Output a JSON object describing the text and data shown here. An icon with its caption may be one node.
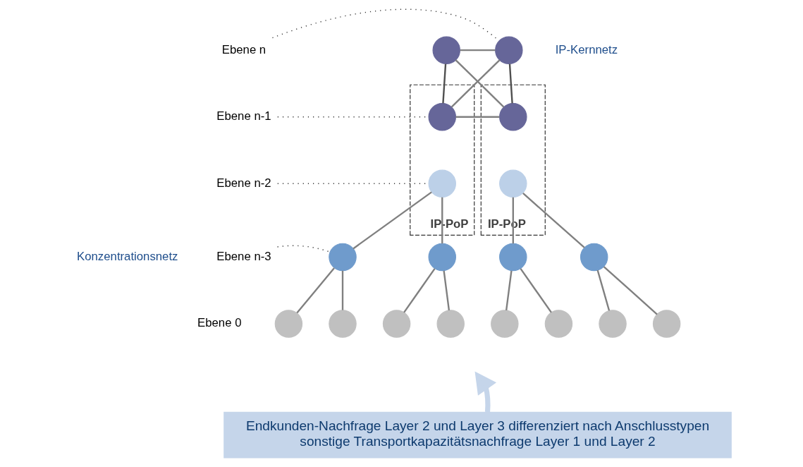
{
  "diagram": {
    "nodes": [
      {
        "text": [
          "Ebene n"
        ]
      },
      {
        "text": [],
        "shape": "circle"
      },
      {
        "text": [],
        "shape": "circle"
      },
      {
        "text": [
          "IP-PoP"
        ]
      },
      {
        "text": [],
        "shape": "circle",
        "in": 3
      },
      {
        "text": [],
        "shape": "circle",
        "in": 3
      },
      {
        "text": [
          "IP-PoP"
        ]
      },
      {
        "text": [],
        "shape": "circle",
        "in": 6
      },
      {
        "text": [],
        "shape": "circle",
        "in": 6
      },
      {
        "text": [
          "Ebene n-1"
        ]
      },
      {
        "text": [
          "Ebene n-2"
        ]
      },
      {
        "text": [
          "Ebene n-3"
        ]
      },
      {
        "text": [],
        "shape": "circle"
      },
      {
        "text": [],
        "shape": "circle"
      },
      {
        "text": [],
        "shape": "circle"
      },
      {
        "text": [],
        "shape": "circle"
      },
      {
        "text": [],
        "shape": "circle"
      },
      {
        "text": [],
        "shape": "circle"
      },
      {
        "text": [],
        "shape": "circle"
      },
      {
        "text": [],
        "shape": "circle"
      },
      {
        "text": [],
        "shape": "circle"
      },
      {
        "text": [],
        "shape": "circle"
      },
      {
        "text": [],
        "shape": "circle"
      },
      {
        "text": [],
        "shape": "circle"
      },
      {
        "text": [
          "Endkunden-Nachfrage Layer 2 und Layer 3 differenziert nach Anschlusstypen",
          "sonstige Transportkapazitätsnachfrage Layer 1 und Layer 2"
        ]
      }
    ],
    "edges": [
      {
        "from": 0,
        "to": 1,
        "arrow": "none",
        "style": "dashed",
        "color": "#333333"
      },
      {
        "from": 1,
        "to": 2,
        "arrow": "none"
      },
      {
        "from": 1,
        "to": 4,
        "arrow": "none"
      },
      {
        "from": 1,
        "to": 7,
        "arrow": "none",
        "color": "#505050"
      },
      {
        "from": 2,
        "to": 4,
        "arrow": "none",
        "color": "#505050"
      },
      {
        "from": 2,
        "to": 7,
        "arrow": "none"
      },
      {
        "from": 4,
        "to": 7,
        "arrow": "none"
      },
      {
        "from": 9,
        "to": 4,
        "arrow": "none",
        "style": "dashed",
        "color": "#333333"
      },
      {
        "from": 10,
        "to": 5,
        "arrow": "none",
        "style": "dashed",
        "color": "#333333"
      },
      {
        "from": 11,
        "to": 12,
        "arrow": "none",
        "style": "dashed",
        "color": "#333333"
      },
      {
        "from": 5,
        "to": 12,
        "arrow": "none"
      },
      {
        "from": 5,
        "to": 13,
        "arrow": "none"
      },
      {
        "from": 8,
        "to": 14,
        "arrow": "none"
      },
      {
        "from": 8,
        "to": 15,
        "arrow": "none"
      },
      {
        "from": 12,
        "to": 16,
        "arrow": "none"
      },
      {
        "from": 12,
        "to": 17,
        "arrow": "none"
      },
      {
        "from": 13,
        "to": 18,
        "arrow": "none"
      },
      {
        "from": 13,
        "to": 19,
        "arrow": "none"
      },
      {
        "from": 14,
        "to": 20,
        "arrow": "none"
      },
      {
        "from": 14,
        "to": 21,
        "arrow": "none"
      },
      {
        "from": 15,
        "to": 22,
        "arrow": "none"
      },
      {
        "from": 15,
        "to": 23,
        "arrow": "none"
      },
      {
        "from": 24,
        "to": null,
        "arrow": "to",
        "color": "#c5d5ea",
        "style": "thick"
      }
    ],
    "labels": [
      "IP-Kernnetz",
      "Konzentrationsnetz",
      "Ebene 0"
    ]
  }
}
